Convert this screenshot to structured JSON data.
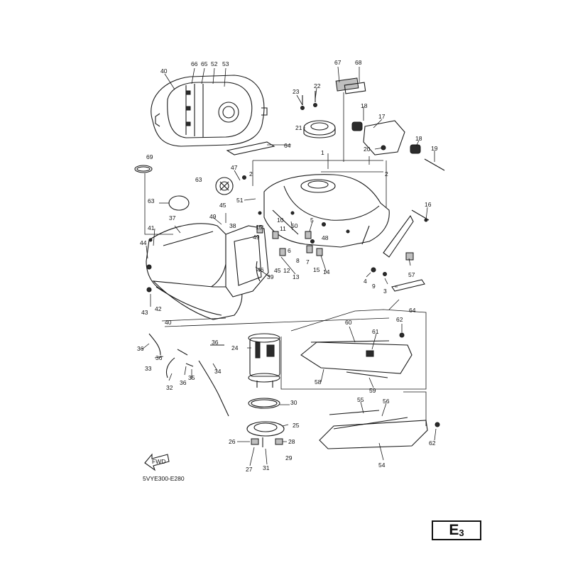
{
  "diagram": {
    "figure_code": "5VYE300-E280",
    "page_tag_letter": "E",
    "page_tag_number": "3",
    "fwd_label": "FWD",
    "callouts": [
      "1",
      "2",
      "2",
      "3",
      "4",
      "5",
      "6",
      "7",
      "8",
      "9",
      "10",
      "11",
      "12",
      "13",
      "14",
      "15",
      "15",
      "16",
      "17",
      "18",
      "18",
      "19",
      "20",
      "21",
      "22",
      "23",
      "24",
      "25",
      "26",
      "27",
      "28",
      "29",
      "30",
      "31",
      "32",
      "33",
      "34",
      "35",
      "36",
      "36",
      "36",
      "36",
      "37",
      "38",
      "39",
      "40",
      "40",
      "41",
      "42",
      "43",
      "44",
      "45",
      "45",
      "46",
      "47",
      "48",
      "49",
      "49",
      "50",
      "51",
      "52",
      "53",
      "54",
      "55",
      "56",
      "57",
      "58",
      "59",
      "60",
      "61",
      "62",
      "62",
      "63",
      "63",
      "64",
      "64",
      "65",
      "66",
      "67",
      "68",
      "69"
    ]
  }
}
